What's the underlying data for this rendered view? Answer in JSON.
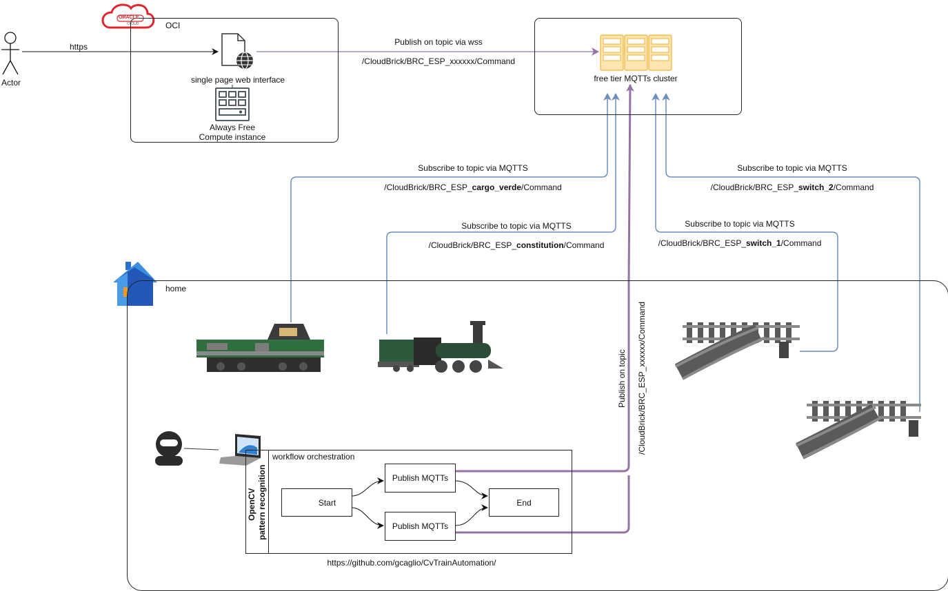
{
  "actor": {
    "label": "Actor"
  },
  "oci": {
    "label": "OCI",
    "logo_text_top": "ORACLE",
    "logo_text_bottom": "CLOUD",
    "web_label": "single page web interface",
    "compute_label_line1": "Always Free",
    "compute_label_line2": "Compute instance",
    "https_label": "https"
  },
  "cluster": {
    "label": "free tier MQTTs cluster"
  },
  "publish": {
    "top_label": "Publish on topic via wss",
    "top_topic": "/CloudBrick/BRC_ESP_xxxxxx/Command",
    "vertical_label": "Publish on topic",
    "vertical_topic": "/CloudBrick/BRC_ESP_xxxxxx/Command"
  },
  "subscriptions": [
    {
      "label": "Subscribe to topic via MQTTS",
      "topic_prefix": "/CloudBrick/BRC_ESP_",
      "topic_bold": "cargo_verde",
      "topic_suffix": "/Command"
    },
    {
      "label": "Subscribe to topic via MQTTS",
      "topic_prefix": "/CloudBrick/BRC_ESP_",
      "topic_bold": "constitution",
      "topic_suffix": "/Command"
    },
    {
      "label": "Subscribe to topic via MQTTS",
      "topic_prefix": "/CloudBrick/BRC_ESP_",
      "topic_bold": "switch_1",
      "topic_suffix": "/Command"
    },
    {
      "label": "Subscribe to topic via MQTTS",
      "topic_prefix": "/CloudBrick/BRC_ESP_",
      "topic_bold": "switch_2",
      "topic_suffix": "/Command"
    }
  ],
  "home": {
    "label": "home"
  },
  "workflow": {
    "title": "workflow orchestration",
    "lane_line1": "OpenCV",
    "lane_line2": "pattern recognition",
    "start": "Start",
    "publish1": "Publish MQTTs",
    "publish2": "Publish MQTTs",
    "end": "End",
    "github": "https://github.com/gcaglio/CvTrainAutomation/"
  },
  "colors": {
    "blue_line": "#6c8ebf",
    "purple_line": "#9673a6",
    "oracle_red": "#e0262b",
    "server_orange": "#f2b233",
    "house_blue": "#2d6fcf"
  }
}
